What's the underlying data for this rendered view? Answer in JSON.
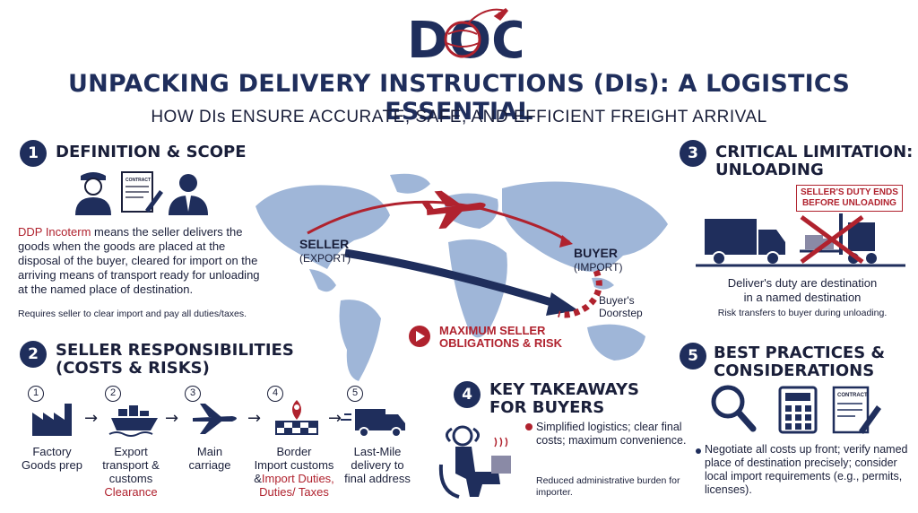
{
  "header": {
    "logo_text": "DOC",
    "title": "UNPACKING DELIVERY INSTRUCTIONS (DIs): A LOGISTICS ESSENTIAL",
    "subtitle": "HOW DIs ENSURE ACCURATE, SAFE, AND EFFICIENT FREIGHT ARRIVAL"
  },
  "section1": {
    "number": "1",
    "title": "DEFINITION & SCOPE",
    "contract_label": "CONTRACT",
    "term": "DDP Incoterm",
    "text": " means the seller delivers the goods when the goods are placed at the disposal of the buyer, cleared for import on the arriving means of transport ready for unloading at the named place of destination.",
    "note": "Requires seller to clear import and pay all duties/taxes."
  },
  "map": {
    "seller_label": "SELLER",
    "seller_sub": "(EXPORT)",
    "buyer_label": "BUYER",
    "buyer_sub": "(IMPORT)",
    "doorstep_line1": "Buyer's",
    "doorstep_line2": "Doorstep",
    "risk_line1": "MAXIMUM SELLER",
    "risk_line2": "OBLIGATIONS & RISK"
  },
  "section2": {
    "number": "2",
    "title_line1": "SELLER RESPONSIBILITIES",
    "title_line2": "(COSTS & RISKS)",
    "steps": [
      {
        "num": "1",
        "line1": "Factory",
        "line2": "Goods prep",
        "line3": ""
      },
      {
        "num": "2",
        "line1": "Export",
        "line2": "transport &",
        "line3": "customs",
        "line4": "Clearance"
      },
      {
        "num": "3",
        "line1": "Main",
        "line2": "carriage",
        "line3": ""
      },
      {
        "num": "4",
        "line1": "Border",
        "line2": "Import customs",
        "line3_a": "&",
        "line3_b": "Import Duties,",
        "line4": "Duties/ Taxes"
      },
      {
        "num": "5",
        "line1": "Last-Mile",
        "line2": "delivery to",
        "line3": "final address"
      }
    ]
  },
  "section3": {
    "number": "3",
    "title_line1": "CRITICAL LIMITATION:",
    "title_line2": "UNLOADING",
    "badge_line1": "SELLER'S DUTY ENDS",
    "badge_line2": "BEFORE UNLOADING",
    "text_line1": "Deliver's duty are destination",
    "text_line2": "in a named destination",
    "note": "Risk transfers to buyer during unloading."
  },
  "section4": {
    "number": "4",
    "title_line1": "KEY TAKEAWAYS",
    "title_line2": "FOR BUYERS",
    "bullet": "Simplified logistics; clear final costs; maximum convenience.",
    "note": "Reduced administrative burden for importer."
  },
  "section5": {
    "number": "5",
    "title_line1": "BEST PRACTICES &",
    "title_line2": "CONSIDERATIONS",
    "contract_label": "CONTRACT",
    "bullet": "Negotiate all costs up front; verify named place of destination precisely; consider local import requirements (e.g., permits, licenses)."
  },
  "colors": {
    "navy": "#1f2e5c",
    "red": "#b0222e",
    "map_blue": "#9fb6d8"
  }
}
